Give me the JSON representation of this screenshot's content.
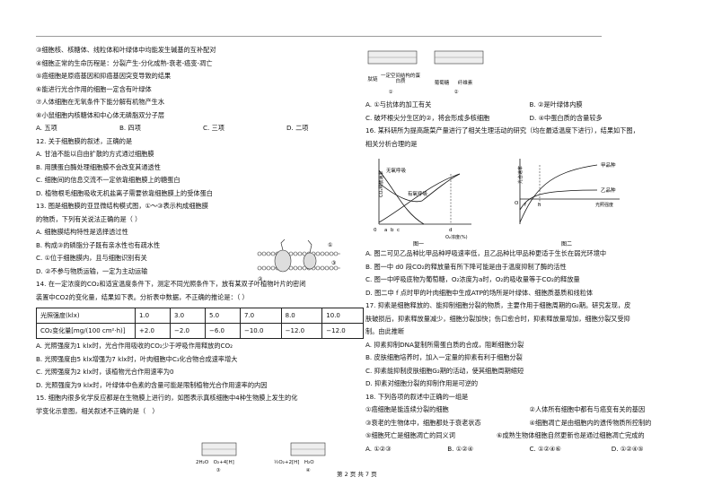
{
  "left_lines": [
    "③细胞核、核糖体、线粒体和叶绿体中均能发生碱基的互补配对",
    "④细胞正常的生命历程是：分裂产生-分化成熟-衰老-癌变-凋亡",
    "⑤癌细胞是原癌基因和抑癌基因突变导致的结果",
    "⑥能进行光合作用的细胞一定含有叶绿体",
    "⑦人体细胞在无氧条件下能分解有机物产生水",
    "⑧小鼠细胞内核糖体和中心体无磷脂双分子层"
  ],
  "q11_opts": [
    "A. 五项",
    "B. 四项",
    "C. 三项",
    "D. 二项"
  ],
  "q12": [
    "12. 关于细胞膜的叙述，正确的是",
    "A. 甘油不能以自由扩散的方式通过细胞膜",
    "B. 用胰蛋白酶处理细胞膜不会改变其通透性",
    "C. 细胞间的信息交流不一定依靠细胞膜上的糖蛋白",
    "D. 植物根毛细胞吸收无机盐离子需要依靠细胞膜上的受体蛋白"
  ],
  "q13": [
    "13. 图是细胞膜的亚显微结构模式图，①～③表示构成细胞膜",
    "的物质，下列有关说法正确的是（ ）",
    "A. 细胞膜结构特性是选择透过性",
    "B. 构成③的磷脂分子既有亲水性也有疏水性",
    "C. ①位于细胞膜内，且与细胞识别有关",
    "D. ②不参与物质运输，一定为主动运输"
  ],
  "q14": [
    "14. 在一定浓度的CO₂和适宜温度条件下，测定不同光照条件下，放有某双子叶植物叶片的密闭",
    "装置中CO2的变化量，结果如下表。分析表中数据，不正确的推论是：（ ）"
  ],
  "table": {
    "row1": [
      "光照强度(klx)",
      "1.0",
      "3.0",
      "5.0",
      "7.0",
      "8.0",
      "10.0"
    ],
    "row2": [
      "CO₂变化量[mg/(100 cm²·h)]",
      "+2.0",
      "−2.0",
      "−6.0",
      "−10.0",
      "−12.0",
      "−12.0"
    ]
  },
  "q14_opts": [
    "A. 光照强度为1 klx时，光合作用吸收的CO₂少于呼吸作用释放的CO₂",
    "B. 光照强度由5 klx增强为7 klx时，叶肉细胞中C₃化合物合成速率增大",
    "C. 光照强度为2 klx时，该植物光合作用速率为0",
    "D. 光照强度为9 klx时，叶绿体中色素的含量可能是限制植物光合作用速率的内因"
  ],
  "q15": [
    "15. 细胞内很多化学反应都是在生物膜上进行的，如图表示真核细胞中4种生物膜上发生的化",
    "学变化示意图，相关叙述不正确的是（　）"
  ],
  "membrane_labels": {
    "m3": "2H₂O　O₂+4[H]",
    "n3": "③",
    "m4": "½O₂+2[H]　H₂O",
    "n4": "④"
  },
  "right_top": {
    "fig1": "肽链",
    "fig1b": "一定空间结构的蛋白质",
    "n1": "①",
    "fig2a": "葡萄糖",
    "fig2b": "纤维素",
    "n2": "②"
  },
  "q15_opts": [
    [
      "A. ①与抗体的加工有关",
      "B. ②是叶绿体内膜"
    ],
    [
      "C. 破坏根尖分生区的②，将会形成多核细胞",
      "D. ④中蛋白质的含量较多"
    ]
  ],
  "q16": [
    "16. 某科研所为提高蔬菜产量进行了相关生理活动的研究（均在最适温度下进行），结果如下图，",
    "相关分析合理的是"
  ],
  "chart1": {
    "ylabel": "CO₂释放速率",
    "l1": "无氧呼吸",
    "l2": "有氧呼吸",
    "ticks": [
      "0",
      "a",
      "b",
      "c",
      "d"
    ],
    "xlabel": "O₂浓度(%)",
    "cap": "图一"
  },
  "chart2": {
    "ylabel": "光合速率",
    "l1": "甲品种",
    "l2": "乙品种",
    "ticks": [
      "O",
      "f",
      "h"
    ],
    "xlabel": "光照强度",
    "cap": "图二"
  },
  "q16_opts": [
    "A. 图二可见乙品种比甲品种呼吸速率低，且乙品种比甲品种更适于生长在弱光环境中",
    "B. 图一中 d0 段CO₂的释放量有所下降可能是由于温度抑制了酶的活性",
    "C. 图一中呼吸底物为葡萄糖，O₂浓度为a时，O₂的吸收量等于CO₂的释放量",
    "D. 图二中 f 点时甲的叶肉细胞中生成ATP的场所是叶绿体、细胞质基质和线粒体"
  ],
  "q17": [
    "17. 抑素是细胞释放的、能抑制细胞分裂的物质，主要作用于细胞周期的G₂期。研究发现，皮",
    "肤破损后，抑素释放量减少，细胞分裂加快；伤口愈合时，抑素释放量增加，细胞分裂又受抑",
    "制。由此推断",
    "A. 抑素抑制DNA复制所需蛋白质的合成，阻断细胞分裂",
    "B. 皮肤细胞培养时，加入一定量的抑素有利于细胞分裂",
    "C. 抑素能抑制皮肤细胞G₂期的活动，使其细胞周期缩短",
    "D. 抑素对细胞分裂的抑制作用是可逆的"
  ],
  "q18": [
    "18. 下列各项的叙述中正确的一组是"
  ],
  "q18_items": [
    [
      "①癌细胞是能连续分裂的细胞",
      "②人体所有细胞中都有与癌变有关的基因"
    ],
    [
      "③衰老的生物体中，细胞都处于衰老状态",
      "④细胞凋亡是由细胞内的遗传物质所控制的"
    ],
    [
      "⑤细胞死亡是细胞凋亡的同义词",
      "⑥成熟生物体细胞自然更新也是通过细胞凋亡完成的"
    ]
  ],
  "q18_opts": [
    "A. ①②③",
    "B. ①②④",
    "C. ①②④⑥",
    "D. ①②④⑤"
  ],
  "footer": "第 2 页 共 7 页"
}
